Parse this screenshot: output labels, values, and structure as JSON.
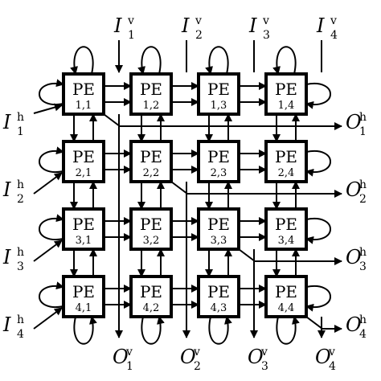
{
  "pe_label": "PE",
  "grid": [
    [
      "1,1",
      "1,2",
      "1,3",
      "1,4"
    ],
    [
      "2,1",
      "2,2",
      "2,3",
      "2,4"
    ],
    [
      "3,1",
      "3,2",
      "3,3",
      "3,4"
    ],
    [
      "4,1",
      "4,2",
      "4,3",
      "4,4"
    ]
  ],
  "inputs_vertical": [
    {
      "main": "I",
      "sup": "v",
      "sub": "1"
    },
    {
      "main": "I",
      "sup": "v",
      "sub": "2"
    },
    {
      "main": "I",
      "sup": "v",
      "sub": "3"
    },
    {
      "main": "I",
      "sup": "v",
      "sub": "4"
    }
  ],
  "inputs_horizontal": [
    {
      "main": "I",
      "sup": "h",
      "sub": "1"
    },
    {
      "main": "I",
      "sup": "h",
      "sub": "2"
    },
    {
      "main": "I",
      "sup": "h",
      "sub": "3"
    },
    {
      "main": "I",
      "sup": "h",
      "sub": "4"
    }
  ],
  "outputs_horizontal": [
    {
      "main": "O",
      "sup": "h",
      "sub": "1"
    },
    {
      "main": "O",
      "sup": "h",
      "sub": "2"
    },
    {
      "main": "O",
      "sup": "h",
      "sub": "3"
    },
    {
      "main": "O",
      "sup": "h",
      "sub": "4"
    }
  ],
  "outputs_vertical": [
    {
      "main": "O",
      "sup": "v",
      "sub": "1"
    },
    {
      "main": "O",
      "sup": "v",
      "sub": "2"
    },
    {
      "main": "O",
      "sup": "v",
      "sub": "3"
    },
    {
      "main": "O",
      "sup": "v",
      "sub": "4"
    }
  ]
}
